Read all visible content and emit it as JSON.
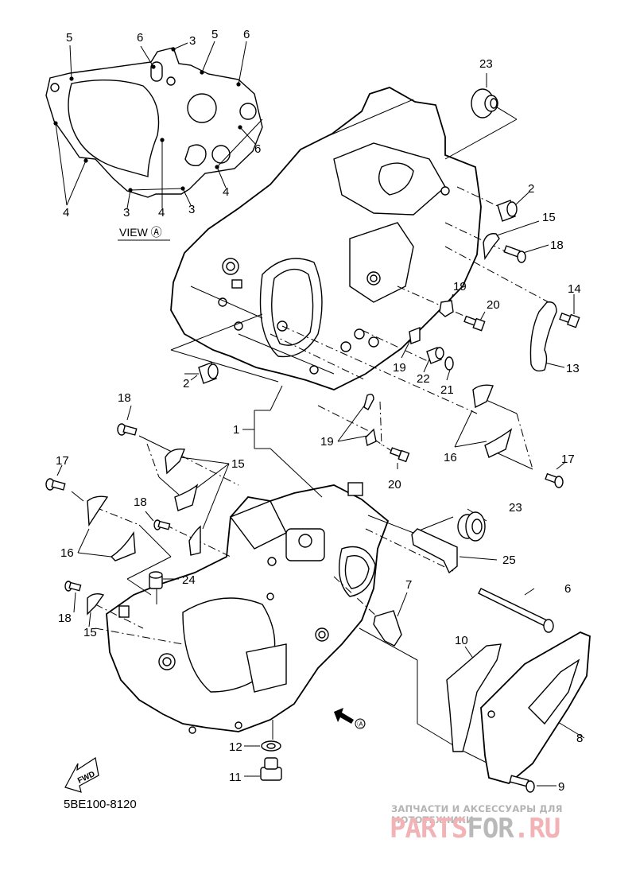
{
  "diagram": {
    "title": "Crankcase exploded parts diagram",
    "drawing_code": "5BE100-8120",
    "view_label": "VIEW Ⓐ",
    "view_marker": "Ⓐ",
    "fwd_label": "FWD",
    "inset_labels": [
      "5",
      "6",
      "3",
      "5",
      "6",
      "6",
      "4",
      "4",
      "3",
      "4",
      "3"
    ],
    "callouts": {
      "c1": "1",
      "c2a": "2",
      "c2b": "2",
      "c6": "6",
      "c7": "7",
      "c8": "8",
      "c9": "9",
      "c10": "10",
      "c11": "11",
      "c12": "12",
      "c13": "13",
      "c14": "14",
      "c15a": "15",
      "c15b": "15",
      "c15c": "15",
      "c16a": "16",
      "c16b": "16",
      "c17a": "17",
      "c17b": "17",
      "c18a": "18",
      "c18b": "18",
      "c18c": "18",
      "c18d": "18",
      "c19a": "19",
      "c19b": "19",
      "c19c": "19",
      "c20a": "20",
      "c20b": "20",
      "c21": "21",
      "c22": "22",
      "c23a": "23",
      "c23b": "23",
      "c24": "24",
      "c25": "25"
    }
  },
  "watermark": {
    "subtitle": "ЗАПЧАСТИ И АКСЕССУАРЫ ДЛЯ МОТОТЕХНИКИ",
    "logo_part1": "PARTS",
    "logo_part2": "FOR",
    "logo_part3": ".RU",
    "color_pink": "#f2b3b6",
    "color_gray": "#b9b9b9"
  }
}
